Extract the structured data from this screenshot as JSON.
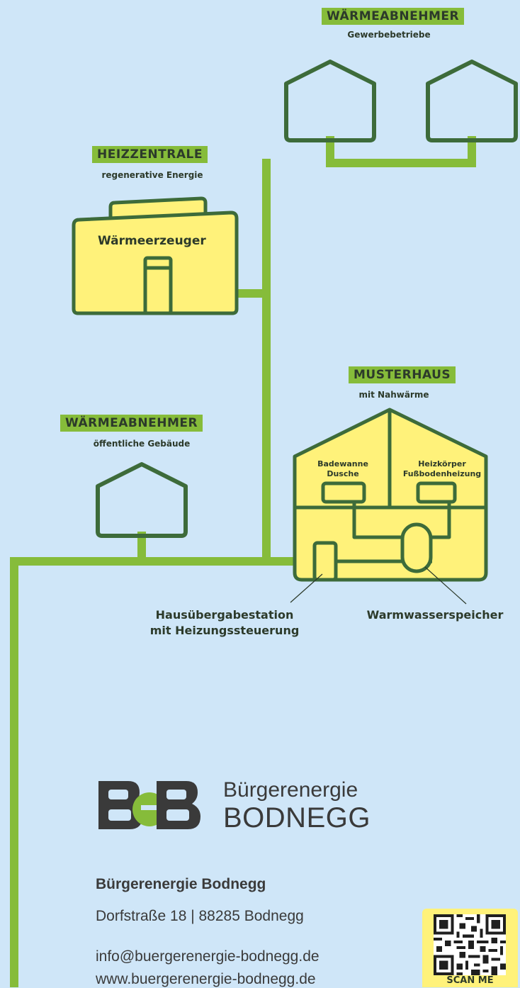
{
  "consumers_top": {
    "tag": "WÄRMEABNEHMER",
    "subtitle": "Gewerbebetriebe"
  },
  "heating_center": {
    "tag": "HEIZZENTRALE",
    "subtitle": "regenerative Energie",
    "building_label": "Wärmeerzeuger"
  },
  "model_house": {
    "tag": "MUSTERHAUS",
    "subtitle": "mit Nahwärme",
    "room_left_line1": "Badewanne",
    "room_left_line2": "Dusche",
    "room_right_line1": "Heizkörper",
    "room_right_line2": "Fußbodenheizung"
  },
  "consumers_public": {
    "tag": "WÄRMEABNEHMER",
    "subtitle": "öffentliche Gebäude"
  },
  "callouts": {
    "station_line1": "Hausübergabestation",
    "station_line2": "mit Heizungssteuerung",
    "storage": "Warmwasserspeicher"
  },
  "brand": {
    "logo_text": "BeB",
    "name_line1": "Bürgerenergie",
    "name_line2": "BODNEGG"
  },
  "contact": {
    "name": "Bürgerenergie Bodnegg",
    "address": "Dorfstraße 18 | 88285 Bodnegg",
    "email": "info@buergerenergie-bodnegg.de",
    "website": "www.buergerenergie-bodnegg.de"
  },
  "qr": {
    "caption": "SCAN ME"
  },
  "colors": {
    "background": "#cfe6f8",
    "pipe": "#86bc3a",
    "outline": "#3d6b3a",
    "building_fill": "#fff27a",
    "text": "#2c3a2a"
  }
}
